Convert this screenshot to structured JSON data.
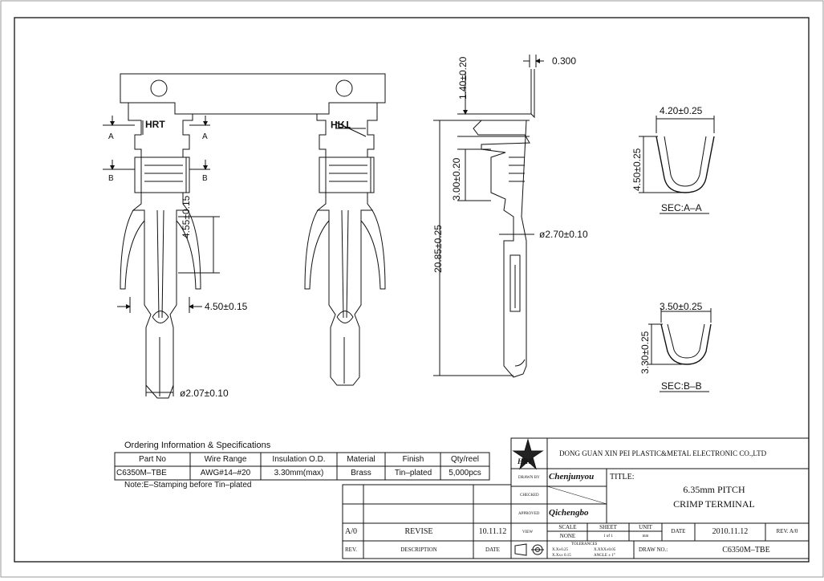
{
  "dimensions": {
    "pitch_hole": "0.300",
    "tab_height": "1.40±0.20",
    "crimp_height": "3.00±0.20",
    "overall_length": "20.85±0.25",
    "contact_diameter": "ø2.70±0.10",
    "barrel_length": "4.55±0.15",
    "barrel_width": "4.50±0.15",
    "tip_diameter": "ø2.07±0.10",
    "sec_a_width": "4.20±0.25",
    "sec_a_height": "4.50±0.25",
    "sec_b_width": "3.50±0.25",
    "sec_b_height": "3.30±0.25"
  },
  "labels": {
    "marking": "HRT",
    "section_a": "A",
    "section_b": "B",
    "sec_a_title": "SEC:A–A",
    "sec_b_title": "SEC:B–B"
  },
  "ordering": {
    "title": "Ordering Information & Specifications",
    "headers": [
      "Part No",
      "Wire Range",
      "Insulation O.D.",
      "Material",
      "Finish",
      "Qty/reel"
    ],
    "row": [
      "C6350M–TBE",
      "AWG#14–#20",
      "3.30mm(max)",
      "Brass",
      "Tin–plated",
      "5,000pcs"
    ],
    "note": "Note:E–Stamping before Tin–plated"
  },
  "title_block": {
    "logo": "HRT",
    "company": "DONG GUAN XIN PEI PLASTIC&METAL ELECTRONIC CO.,LTD",
    "drawn_by_label": "DRAWN BY",
    "drawn_by": "Chenjunyou",
    "checked_label": "CHECKED",
    "approved_label": "APPROVED",
    "approved_by": "Qichengbo",
    "title_label": "TITLE:",
    "title_line1": "6.35mm PITCH",
    "title_line2": "CRIMP TERMINAL",
    "view_label": "VIEW",
    "scale_label": "SCALE",
    "scale": "NONE",
    "sheet_label": "SHEET",
    "sheet": "1 of 1",
    "unit_label": "UNIT",
    "unit": "mm",
    "date_label": "DATE",
    "date": "2010.11.12",
    "rev": "REV. A/0",
    "tolerances_label": "TOLERANCES",
    "tol_1": "X.X±0.25",
    "tol_2": "X.XXX±0.05",
    "tol_3": "X.Xx± 0.15",
    "tol_4": "ANGLE ± 1°",
    "draw_no_label": "DRAW NO.:",
    "draw_no": "C6350M–TBE"
  },
  "revision": {
    "rev": "A/0",
    "description": "REVISE",
    "date": "10.11.12",
    "rev_header": "REV.",
    "description_header": "DESCRIPTION",
    "date_header": "DATE"
  }
}
